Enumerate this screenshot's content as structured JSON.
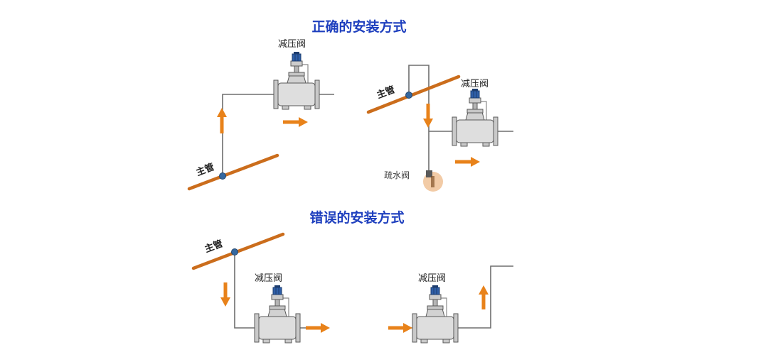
{
  "titles": {
    "correct": "正确的安装方式",
    "wrong": "错误的安装方式"
  },
  "labels": {
    "pressure_reducing_valve": "减压阀",
    "main_pipe": "主管",
    "steam_trap": "疏水阀"
  },
  "colors": {
    "title_blue": "#1e3fbe",
    "main_pipe_orange": "#cb6d1c",
    "arrow_orange": "#e8821a",
    "junction_dot_blue": "#35689f",
    "thin_pipe_gray": "#6e6e6e",
    "valve_body_gray": "#dedede",
    "valve_knob_blue": "#2f5fa8",
    "watermark_orange": "#e8a05c",
    "label_black": "#1d1d1d"
  },
  "diagram": {
    "type": "installation-schematic",
    "sections": [
      {
        "name": "correct",
        "figures": [
          "valve-on-riser-above-main-pipe-flow-up-then-right",
          "jump-over-loop-from-main-pipe-down-to-valve-with-steam-trap-drain"
        ]
      },
      {
        "name": "wrong",
        "figures": [
          "valve-below-main-pipe-flow-down",
          "valve-with-outlet-riser-flow-up"
        ]
      }
    ]
  }
}
